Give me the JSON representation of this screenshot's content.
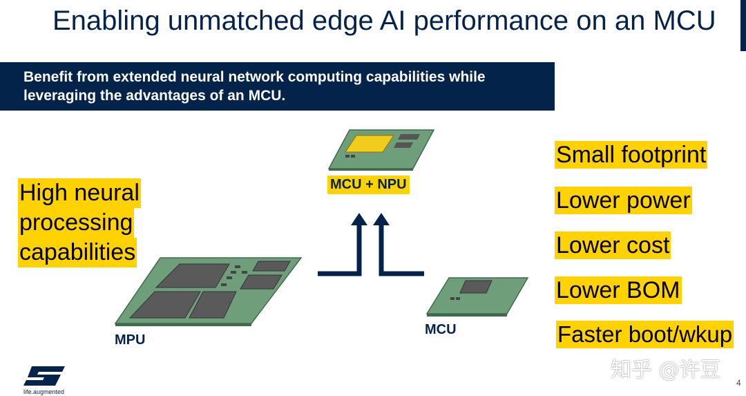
{
  "slide": {
    "title": "Enabling unmatched edge AI performance on an MCU",
    "banner_line1": "Benefit from extended neural network computing capabilities while",
    "banner_line2": "leveraging the advantages of an MCU.",
    "left_lines": [
      "High neural",
      "processing",
      "capabilities"
    ],
    "chips": {
      "mcu_npu_label": "MCU + NPU",
      "mpu_label": "MPU",
      "mcu_label": "MCU"
    },
    "benefits": [
      "Small footprint",
      "Lower power",
      "Lower cost",
      "Lower BOM",
      "Faster boot/wkup"
    ],
    "page_number": "4",
    "logo_tagline": "life.augmented",
    "watermark": "知乎 @许豆"
  },
  "colors": {
    "navy": "#03234B",
    "highlight": "#FFD200",
    "pcb_green": "#6E9F7A",
    "chip_gray": "#5A5A5A"
  }
}
